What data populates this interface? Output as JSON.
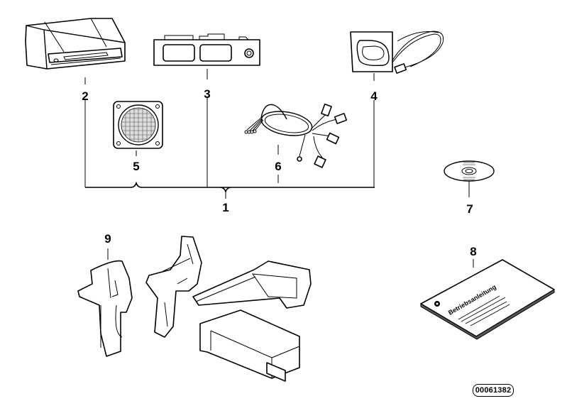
{
  "diagram": {
    "type": "exploded-parts-diagram",
    "reference_number": "00061382",
    "parts": [
      {
        "number": "1",
        "description": "Kit (group of items 2-6)"
      },
      {
        "number": "2",
        "description": "Navigation / CD unit"
      },
      {
        "number": "3",
        "description": "Control panel"
      },
      {
        "number": "4",
        "description": "Antenna module with cable"
      },
      {
        "number": "5",
        "description": "Loudspeaker"
      },
      {
        "number": "6",
        "description": "Wiring harness"
      },
      {
        "number": "7",
        "description": "CD / disc"
      },
      {
        "number": "8",
        "description": "Operating manual"
      },
      {
        "number": "9",
        "description": "Mounting brackets"
      }
    ],
    "manual_cover_text": "Betriebsanleitung"
  }
}
